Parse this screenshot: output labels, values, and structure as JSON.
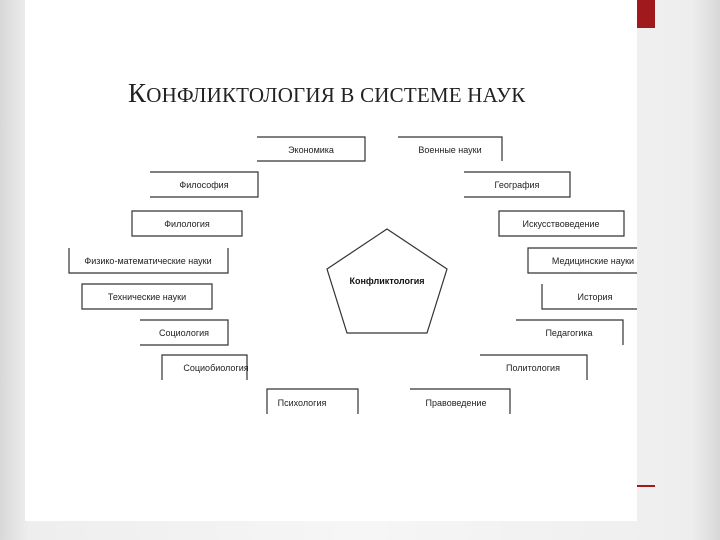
{
  "slide": {
    "title": "Конфликтология в системе наук",
    "accent_color": "#a0191c"
  },
  "diagram": {
    "center": "Конфликтология",
    "nodes": {
      "economics": "Экономика",
      "military": "Военные науки",
      "philosophy": "Философия",
      "geography": "География",
      "philology": "Филология",
      "art_studies": "Искусствоведение",
      "physmath": "Физико-математические науки",
      "medical": "Медицинские науки",
      "technical": "Технические науки",
      "history": "История",
      "sociology": "Социология",
      "pedagogy": "Педагогика",
      "sociobiology": "Социобиология",
      "politology": "Политология",
      "psychology": "Психология",
      "law": "Правоведение"
    }
  }
}
